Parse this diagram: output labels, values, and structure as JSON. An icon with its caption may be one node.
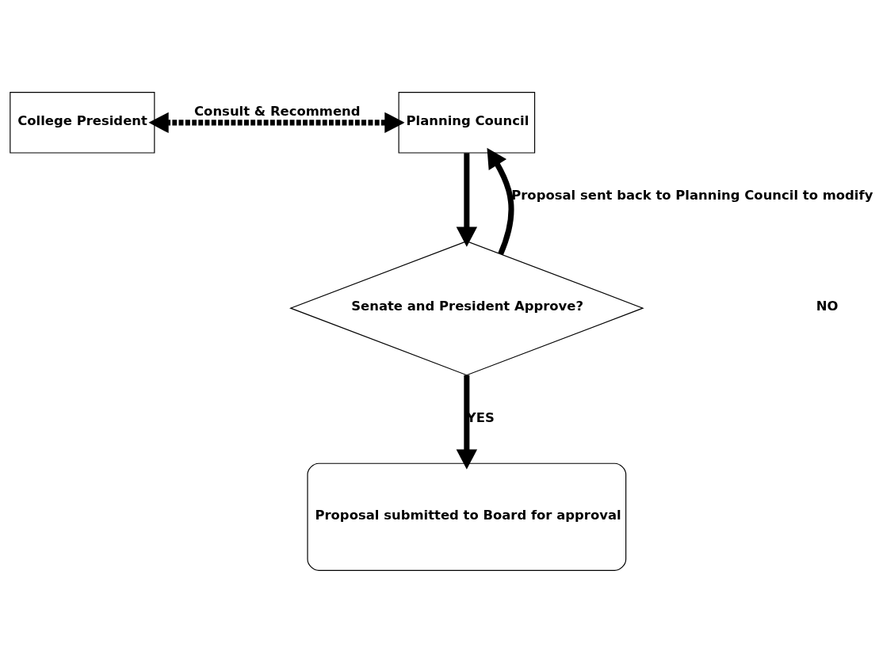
{
  "diagram": {
    "nodes": [
      {
        "text": [
          "College President"
        ]
      },
      {
        "text": [
          "Planning Council"
        ]
      },
      {
        "text": [
          "Senate and President Approve?"
        ]
      },
      {
        "text": [
          "Proposal submitted to Board for approval"
        ]
      }
    ],
    "edges": [
      {
        "from": 0,
        "to": 1,
        "arrow": "both",
        "label": "Consult & Recommend",
        "style": "dashed"
      },
      {
        "from": 1,
        "to": 2,
        "arrow": "to"
      },
      {
        "from": 2,
        "to": 1,
        "arrow": "to",
        "label": "Proposal sent back to Planning Council to modify"
      },
      {
        "from": 2,
        "to": 3,
        "arrow": "to",
        "label": "YES"
      }
    ],
    "labels": [
      "NO"
    ]
  }
}
